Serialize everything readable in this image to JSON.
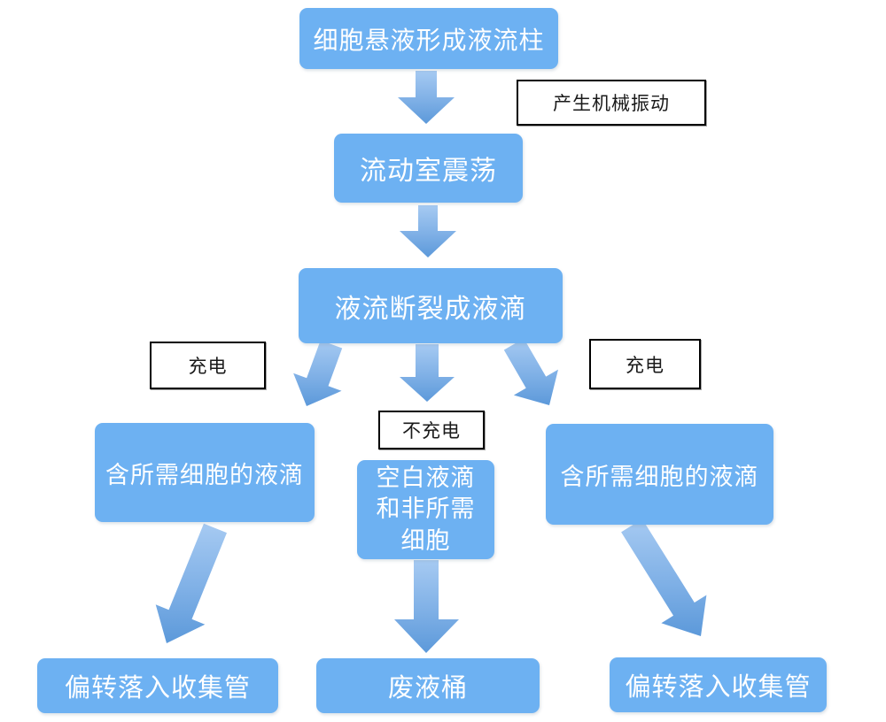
{
  "diagram": {
    "type": "flowchart",
    "language": "zh-CN",
    "background": "#ffffff",
    "nodes": [
      {
        "id": "n1",
        "label": "细胞悬液形成液流柱"
      },
      {
        "id": "n2",
        "label": "流动室震荡"
      },
      {
        "id": "n3",
        "label": "液流断裂成液滴"
      },
      {
        "id": "n4",
        "label": "含所需细胞的液滴"
      },
      {
        "id": "n5",
        "label": "空白液滴和非所需细胞",
        "lines": [
          "空白液滴",
          "和非所需",
          "细胞"
        ]
      },
      {
        "id": "n6",
        "label": "含所需细胞的液滴"
      },
      {
        "id": "n7",
        "label": "偏转落入收集管"
      },
      {
        "id": "n8",
        "label": "废液桶"
      },
      {
        "id": "n9",
        "label": "偏转落入收集管"
      }
    ],
    "annotations": [
      {
        "id": "a1",
        "label": "产生机械振动"
      },
      {
        "id": "a2",
        "label": "充电"
      },
      {
        "id": "a3",
        "label": "不充电"
      },
      {
        "id": "a4",
        "label": "充电"
      }
    ],
    "edges": [
      {
        "from": "n1",
        "to": "n2"
      },
      {
        "from": "n2",
        "to": "n3"
      },
      {
        "from": "n3",
        "to": "n4"
      },
      {
        "from": "n3",
        "to": "n5"
      },
      {
        "from": "n3",
        "to": "n6"
      },
      {
        "from": "n4",
        "to": "n7"
      },
      {
        "from": "n5",
        "to": "n8"
      },
      {
        "from": "n6",
        "to": "n9"
      }
    ],
    "colors": {
      "node_fill": "#6db1f2",
      "node_text": "#ffffff",
      "arrow_gradient_top": "#a6caf2",
      "arrow_gradient_bottom": "#5c99da",
      "annotation_border": "#000000",
      "annotation_text": "#1a1a1a"
    }
  }
}
